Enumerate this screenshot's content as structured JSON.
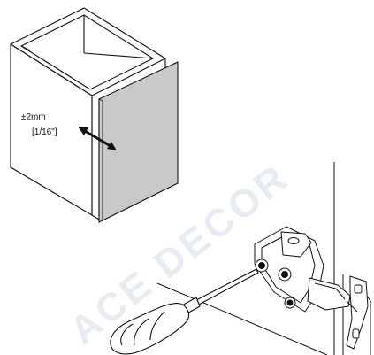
{
  "annotations": {
    "tolerance_mm": "±2mm",
    "tolerance_in": "[1/16\"]"
  },
  "watermark": {
    "text_main": "ACE DECOR",
    "color": "#e6ecf1"
  },
  "colors": {
    "door_panel": "#c9c9c9",
    "line": "#111111",
    "screwdriver_line": "#d01818"
  }
}
